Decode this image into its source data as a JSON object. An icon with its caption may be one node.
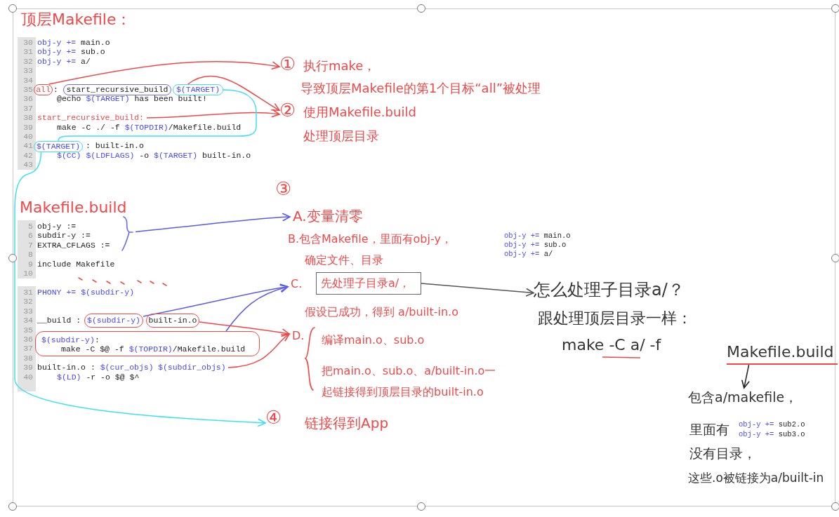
{
  "diagram": {
    "nodes": [
      {
        "text": [
          "all"
        ]
      },
      {
        "text": [
          "start_recursive_build"
        ]
      },
      {
        "text": [
          "$(TARGET)"
        ]
      },
      {
        "text": [
          "start_recursive_build:"
        ]
      },
      {
        "text": [
          "$(TARGET)"
        ]
      },
      {
        "text": [
          "①",
          "执行make，",
          "导致顶层Makefile的第1个目标“all”被处理"
        ]
      },
      {
        "text": [
          "②",
          "使用Makefile.build",
          "处理顶层目录"
        ]
      },
      {
        "text": [
          "obj-y :=",
          "subdir-y :=",
          "EXTRA_CFLAGS :="
        ]
      },
      {
        "text": [
          "A.变量清零"
        ]
      },
      {
        "text": [
          "B.包含Makefile，里面有obj-y，",
          "确定文件、目录"
        ],
        "beside": [
          "obj-y += main.o",
          "obj-y += sub.o",
          "obj-y += a/"
        ]
      },
      {
        "text": [
          "C.",
          "假设已成功，得到 a/built-in.o"
        ]
      },
      {
        "text": [
          "先处理子目录a/，"
        ],
        "in": 10
      },
      {
        "text": [
          "D.",
          "编译main.o、sub.o",
          "把main.o、sub.o、a/built-in.o一起链接得到顶层目录的built-in.o"
        ]
      },
      {
        "text": [
          "④",
          "链接得到App"
        ]
      },
      {
        "text": [
          "$(subdir-y)"
        ]
      },
      {
        "text": [
          "built-in.o"
        ]
      },
      {
        "text": [
          "$(subdir-y):",
          "make -C $@ -f $(TOPDIR)/Makefile.build"
        ]
      },
      {
        "text": [
          "$(subdir_objs)"
        ]
      },
      {
        "text": [
          "怎么处理子目录a/？",
          "跟处理顶层目录一样：",
          "make -C a/ -f"
        ]
      },
      {
        "text": [
          "Makefile.build"
        ]
      },
      {
        "text": [
          "包含a/makefile，",
          "里面有",
          "没有目录，",
          "这些.o被链接为a/built-in"
        ],
        "beside": [
          "obj-y += sub2.o",
          "obj-y += sub3.o"
        ]
      }
    ],
    "edges": [
      {
        "from": 0,
        "to": 5,
        "arrow": "to"
      },
      {
        "from": 2,
        "to": 6,
        "arrow": "to"
      },
      {
        "from": 3,
        "to": 6,
        "arrow": "to"
      },
      {
        "from": 2,
        "to": 4,
        "arrow": "none",
        "color": "#3ee0f0"
      },
      {
        "from": 4,
        "to": 13,
        "arrow": "to",
        "color": "#3ee0f0"
      },
      {
        "from": 7,
        "to": 8,
        "arrow": "to",
        "color": "#5a5af0"
      },
      {
        "from": 14,
        "to": 10,
        "arrow": "to",
        "color": "#5a5af0"
      },
      {
        "from": 16,
        "to": 10,
        "arrow": "to",
        "color": "#5a5af0"
      },
      {
        "from": 15,
        "to": 12,
        "arrow": "to"
      },
      {
        "from": 17,
        "to": 12,
        "arrow": "to"
      },
      {
        "from": 11,
        "to": 18,
        "arrow": "to",
        "color": "#555555"
      },
      {
        "from": 19,
        "to": 20,
        "arrow": "to",
        "color": "#222222"
      }
    ],
    "labels": [
      "顶层Makefile：",
      "30",
      "obj-y += main.o",
      "31",
      "obj-y += sub.o",
      "32",
      "obj-y += a/",
      "33",
      "34",
      "35",
      ":",
      "36",
      "@echo $(TARGET) has been built!",
      "37",
      "38",
      "39",
      "make -C ./ -f $(TOPDIR)/Makefile.build",
      "40",
      "41",
      ": built-in.o",
      "42",
      "$(CC) $(LDFLAGS) -o $(TARGET) built-in.o",
      "43",
      "③",
      "Makefile.build",
      "5",
      "6",
      "7",
      "8",
      "9",
      "include Makefile",
      "10",
      "31",
      "PHONY += $(subdir-y)",
      "32",
      "33",
      "34",
      "__build :",
      "35",
      "36",
      "37",
      "38",
      "39",
      "built-in.o : $(cur_objs)",
      "40",
      "$(LD) -r -o $@ $^"
    ]
  }
}
